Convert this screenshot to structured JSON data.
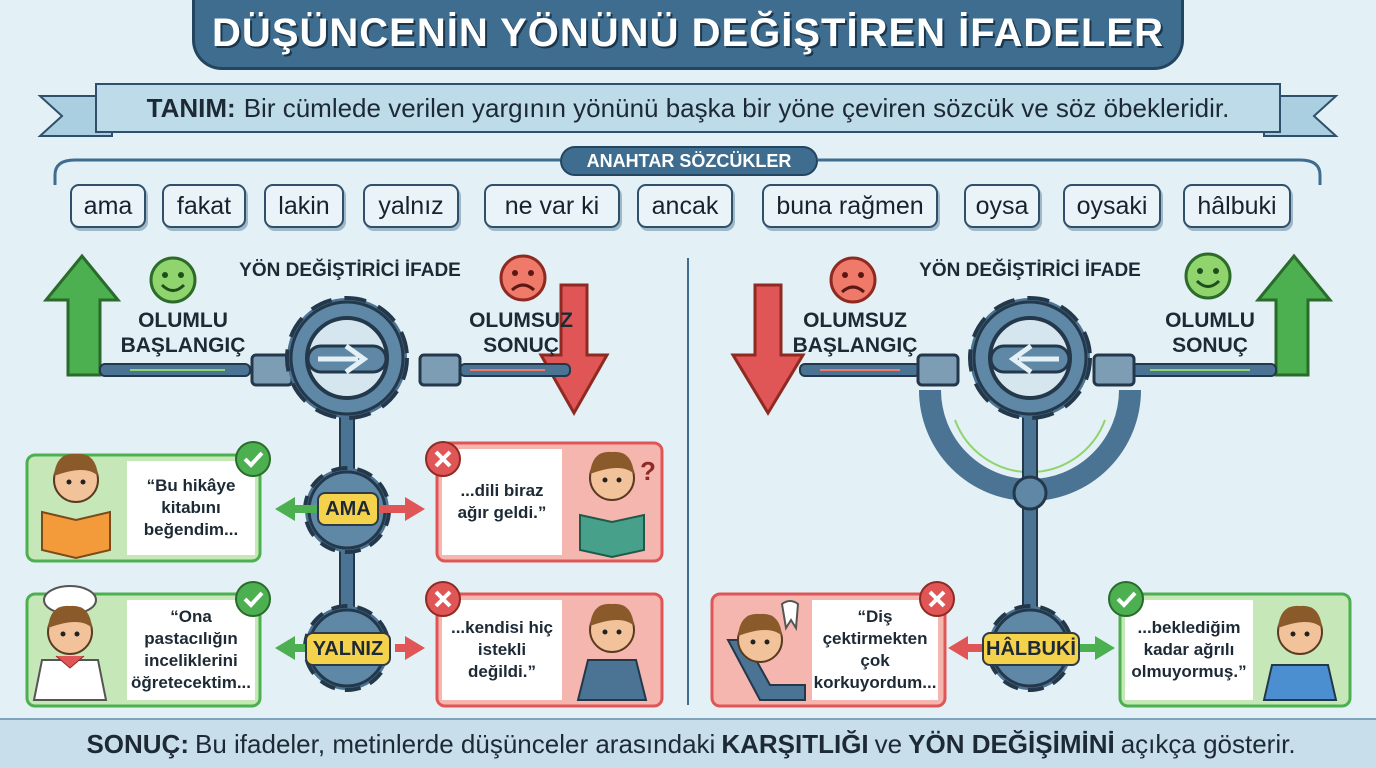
{
  "title": "DÜŞÜNCENİN YÖNÜNÜ DEĞİŞTİREN İFADELER",
  "definition": {
    "label": "TANIM:",
    "text": "Bir cümlede verilen yargının yönünü başka bir yöne çeviren sözcük ve söz öbekleridir."
  },
  "keywords": {
    "header": "ANAHTAR SÖZCÜKLER",
    "items": [
      "ama",
      "fakat",
      "lakin",
      "yalnız",
      "ne var ki",
      "ancak",
      "buna rağmen",
      "oysa",
      "oysaki",
      "hâlbuki"
    ]
  },
  "left_panel": {
    "gear_title": "YÖN DEĞİŞTİRİCİ İFADE",
    "start_label": "OLUMLU BAŞLANGIÇ",
    "result_label": "OLUMSUZ SONUÇ",
    "examples": [
      {
        "positive": "“Bu hikâye kitabını beğendim...",
        "connector": "AMA",
        "negative": "...dili biraz ağır geldi.”"
      },
      {
        "positive": "“Ona pastacılığın inceliklerini öğretecektim...",
        "connector": "YALNIZ",
        "negative": "...kendisi hiç istekli değildi.”"
      }
    ]
  },
  "right_panel": {
    "gear_title": "YÖN DEĞİŞTİRİCİ İFADE",
    "start_label": "OLUMSUZ BAŞLANGIÇ",
    "result_label": "OLUMLU SONUÇ",
    "example": {
      "negative": "“Diş çektirmekten çok korkuyordum...",
      "connector": "HÂLBUKİ",
      "positive": "...beklediğim kadar ağrılı olmuyormuş.”"
    }
  },
  "conclusion": {
    "label": "SONUÇ:",
    "text1": "Bu ifadeler, metinlerde düşünceler arasındaki",
    "em1": "KARŞITLIĞI",
    "text2": "ve",
    "em2": "YÖN DEĞİŞİMİNİ",
    "text3": "açıkça gösterir."
  },
  "colors": {
    "primary": "#3e6d8f",
    "positive": "#4caf50",
    "negative": "#e05555",
    "connector": "#f5d24b"
  }
}
